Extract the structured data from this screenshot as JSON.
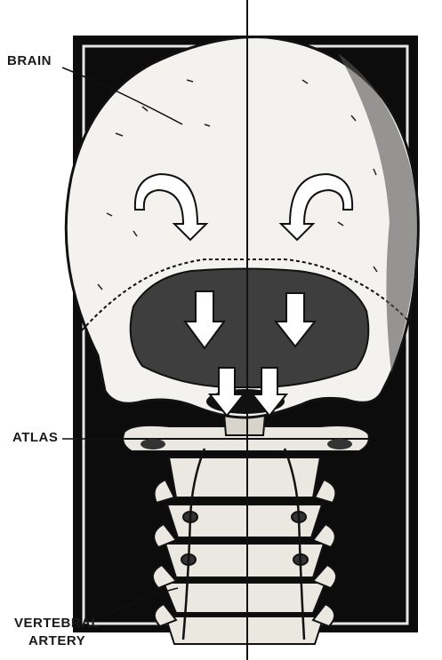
{
  "labels": {
    "brain": "BRAIN",
    "atlas": "ATLAS",
    "vertebral_artery_line1": "VERTEBRAL",
    "vertebral_artery_line2": "ARTERY"
  },
  "colors": {
    "background": "#ffffff",
    "panel": "#0c0c0c",
    "skull": "#f4f2ee",
    "cerebellum_region": "#3e3e3e",
    "bone": "#ebe8e2",
    "arrow": "#ffffff",
    "ink": "#111111"
  },
  "icons": [
    "curved-arrow-icon",
    "down-arrow-icon"
  ]
}
